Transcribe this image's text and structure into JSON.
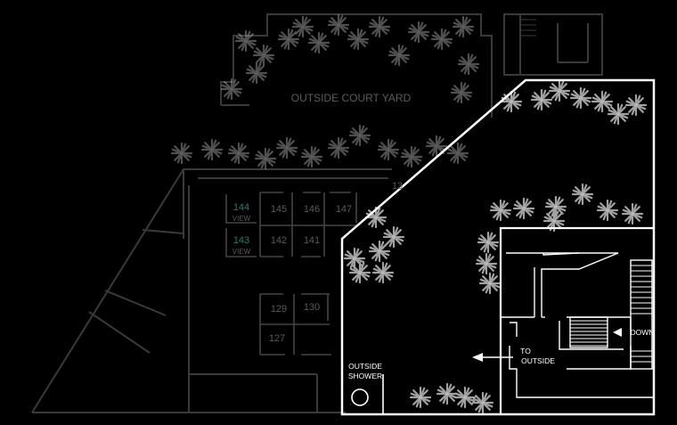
{
  "map": {
    "court_yard_label": "OUTSIDE COURT YARD",
    "rooms": {
      "r144": "144",
      "r145": "145",
      "r146": "146",
      "r147": "147",
      "r143": "143",
      "r142": "142",
      "r141": "141",
      "r129": "129",
      "r130": "130",
      "r127": "127",
      "r13x": "13"
    },
    "view_label_1": "VIEW",
    "view_label_2": "VIEW",
    "shower_line1": "OUTSIDE",
    "shower_line2": "SHOWER",
    "to_outside_line1": "TO",
    "to_outside_line2": "OUTSIDE",
    "down_label": "DOWN",
    "colors": {
      "background": "#000000",
      "faded_lines": "#3c3c3c",
      "faded_text": "#5a5a5a",
      "view_room": "#2e7a6e",
      "highlight": "#ffffff"
    }
  }
}
